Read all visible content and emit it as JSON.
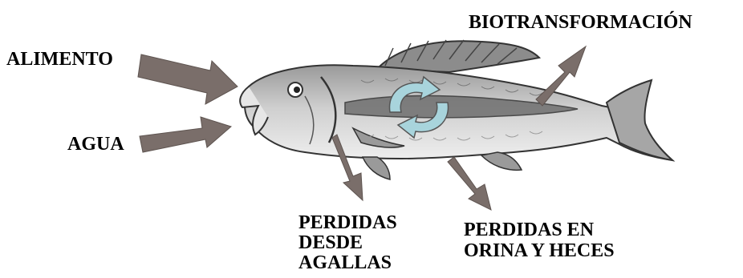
{
  "labels": {
    "food": "ALIMENTO",
    "water": "AGUA",
    "biotransformation": "BIOTRANSFORMACIÓN",
    "gill_loss": [
      "PERDIDAS",
      "DESDE",
      "AGALLAS"
    ],
    "urine_feces_loss": [
      "PERDIDAS EN",
      "ORINA Y HECES"
    ]
  },
  "colors": {
    "arrow": "#7a6e6a",
    "cycle_arrow": "#a8d4dc",
    "fish_body": "#d9d9d9",
    "fish_outline": "#333333",
    "text": "#000000"
  },
  "icons": {
    "subject": "fish-icon",
    "process": "cycle-arrows-icon"
  }
}
